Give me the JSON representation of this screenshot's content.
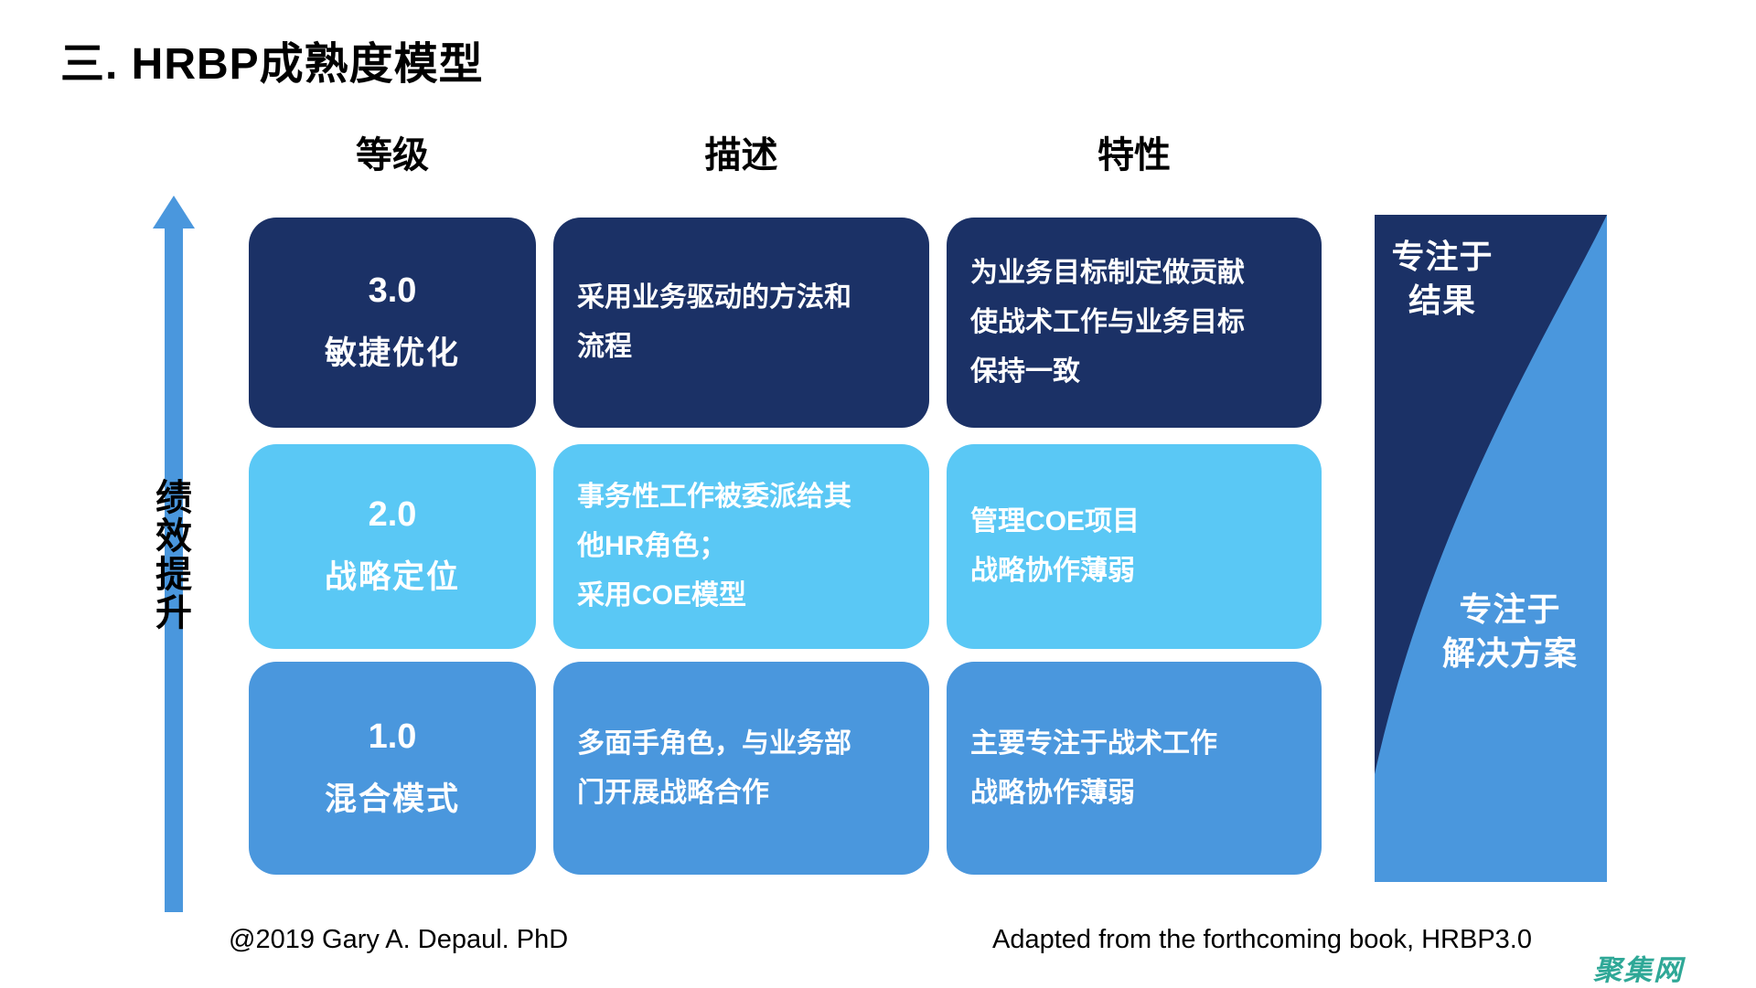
{
  "title": "三. HRBP成熟度模型",
  "columns": {
    "level": "等级",
    "description": "描述",
    "traits": "特性"
  },
  "axis": {
    "label": "绩效提升",
    "chars": [
      "绩",
      "效",
      "提",
      "升"
    ]
  },
  "rows": [
    {
      "level_num": "3.0",
      "level_name": "敏捷优化",
      "desc_lines": [
        "采用业务驱动的方法和",
        "流程"
      ],
      "trait_lines": [
        "为业务目标制定做贡献",
        "使战术工作与业务目标",
        "保持一致"
      ],
      "color": "#1b3166"
    },
    {
      "level_num": "2.0",
      "level_name": "战略定位",
      "desc_lines": [
        "事务性工作被委派给其",
        "他HR角色；",
        "采用COE模型"
      ],
      "trait_lines": [
        "管理COE项目",
        "战略协作薄弱"
      ],
      "color": "#5ac8f5"
    },
    {
      "level_num": "1.0",
      "level_name": "混合模式",
      "desc_lines": [
        "多面手角色，与业务部",
        "门开展战略合作"
      ],
      "trait_lines": [
        "主要专注于战术工作",
        "战略协作薄弱"
      ],
      "color": "#4a97dd"
    }
  ],
  "side_panel": {
    "top_lines": [
      "专注于",
      "结果"
    ],
    "bottom_lines": [
      "专注于",
      "解决方案"
    ],
    "navy": "#1b3166",
    "blue": "#4a97dd"
  },
  "footer": {
    "left": "@2019 Gary A. Depaul. PhD",
    "right": "Adapted from the forthcoming book, HRBP3.0"
  },
  "watermark": {
    "text": "聚集网",
    "color": "#2fa897"
  },
  "colors": {
    "arrow": "#4a97dd",
    "background": "#ffffff",
    "cell_text": "#ffffff",
    "heading_text": "#000000"
  }
}
